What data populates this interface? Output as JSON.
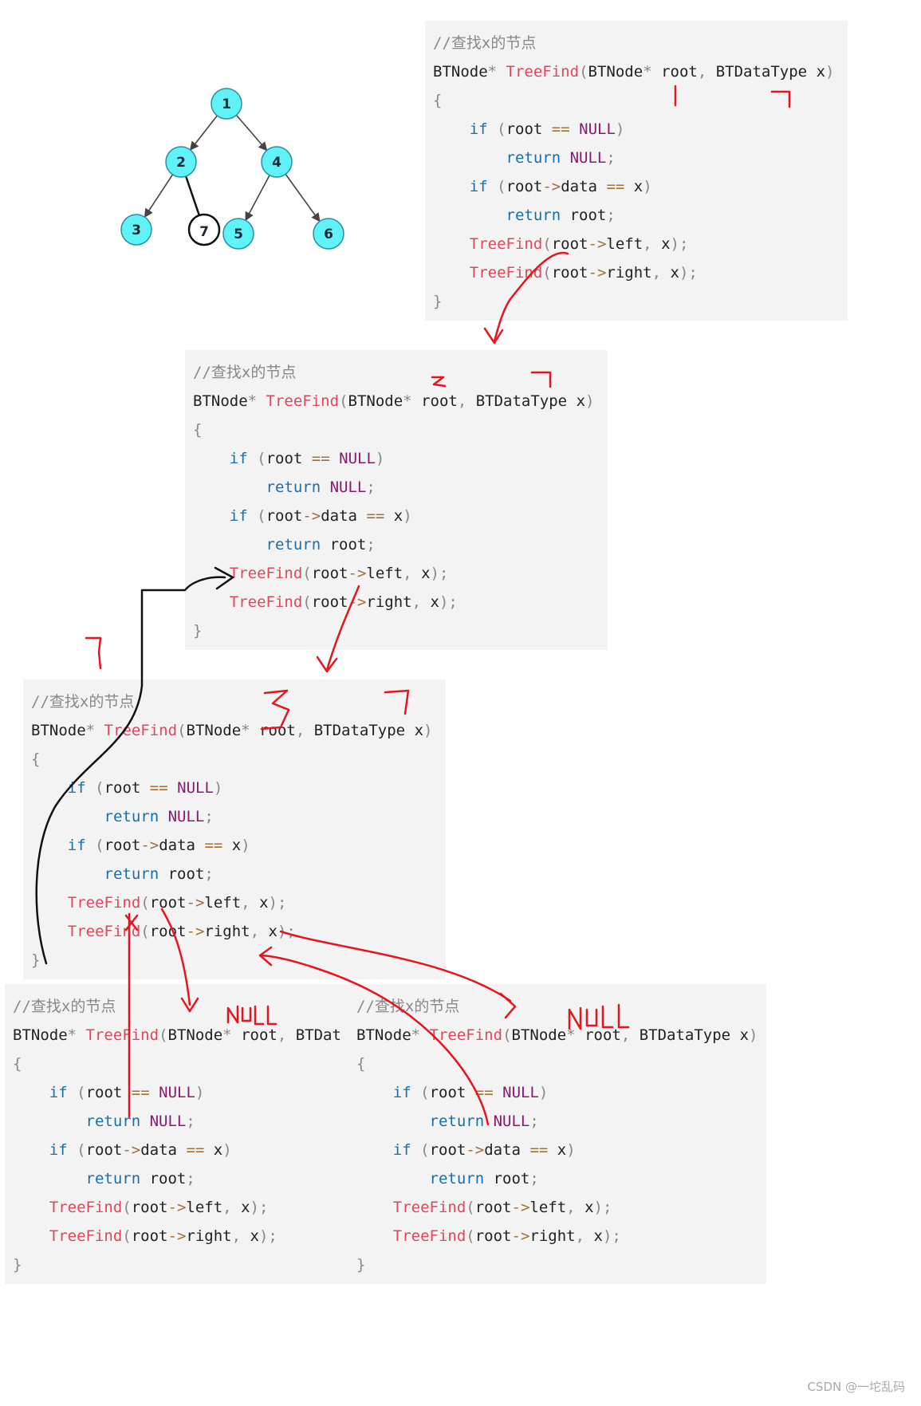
{
  "tree": {
    "nodes": [
      {
        "id": "1",
        "label": "1",
        "style": "cyan"
      },
      {
        "id": "2",
        "label": "2",
        "style": "cyan"
      },
      {
        "id": "4",
        "label": "4",
        "style": "cyan"
      },
      {
        "id": "3",
        "label": "3",
        "style": "cyan"
      },
      {
        "id": "7",
        "label": "7",
        "style": "handdrawn"
      },
      {
        "id": "5",
        "label": "5",
        "style": "cyan"
      },
      {
        "id": "6",
        "label": "6",
        "style": "cyan"
      }
    ],
    "edges": [
      [
        "1",
        "2"
      ],
      [
        "1",
        "4"
      ],
      [
        "2",
        "3"
      ],
      [
        "2",
        "7"
      ],
      [
        "4",
        "5"
      ],
      [
        "4",
        "6"
      ]
    ],
    "node_fill": "#5ff2f6",
    "node_stroke": "#2b8fa3"
  },
  "code": {
    "comment": "//查找x的节点",
    "ret_type": "BTNode",
    "star": "*",
    "func": "TreeFind",
    "param_type1": "BTNode",
    "param1": "root",
    "param_type2": "BTDataType",
    "param2": "x",
    "lbrace": "{",
    "rbrace": "}",
    "kw_if": "if",
    "kw_return": "return",
    "null": "NULL",
    "eqeq": "==",
    "arrow": "->",
    "data_field": "data",
    "left_field": "left",
    "right_field": "right",
    "truncated_type": "BTDat"
  },
  "annotations": {
    "colors": {
      "red": "#e8141e",
      "black": "#111111"
    },
    "labels": [
      {
        "text": "1",
        "color": "red"
      },
      {
        "text": "7",
        "color": "red"
      },
      {
        "text": "2",
        "color": "red"
      },
      {
        "text": "7",
        "color": "red"
      },
      {
        "text": "7",
        "color": "red"
      },
      {
        "text": "3",
        "color": "red"
      },
      {
        "text": "7",
        "color": "red"
      },
      {
        "text": "NULL",
        "color": "red"
      },
      {
        "text": "NULL",
        "color": "red"
      },
      {
        "text": "x",
        "color": "red"
      }
    ]
  },
  "footer": "CSDN @一坨乱码"
}
